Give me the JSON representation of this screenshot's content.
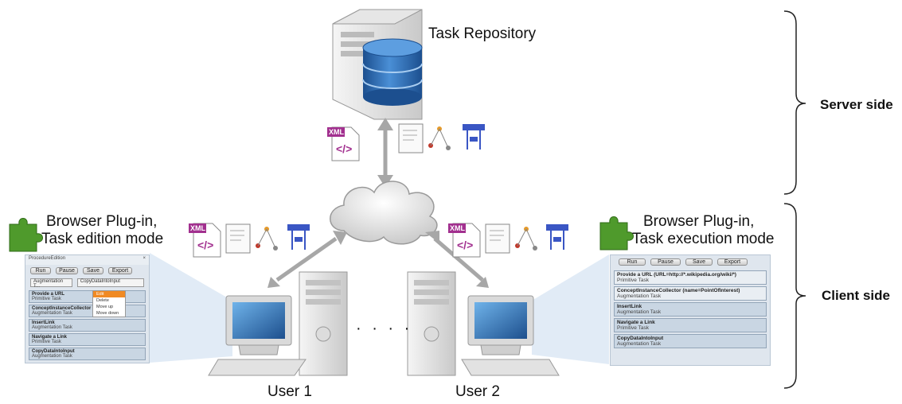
{
  "server": {
    "title": "Task Repository"
  },
  "sides": {
    "server": "Server side",
    "client": "Client side"
  },
  "left_plugin": {
    "line1": "Browser Plug-in,",
    "line2": "Task edition mode"
  },
  "right_plugin": {
    "line1": "Browser Plug-in,",
    "line2": "Task execution mode"
  },
  "users": {
    "user1": "User 1",
    "user2": "User 2",
    "ellipsis": "· · · ·"
  },
  "xml_icon": {
    "tag": "XML",
    "code": "</>"
  },
  "left_panel": {
    "title": "ProcedureEdition",
    "close": "×",
    "buttons": [
      "Run",
      "Pause",
      "Save",
      "Export"
    ],
    "selects": [
      "Augmentation T...",
      "CopyDataIntoInput"
    ],
    "tasks": [
      {
        "name": "Provide a URL",
        "type": "Primitive Task"
      },
      {
        "name": "ConceptInstanceCollector",
        "type": "Augmentation Task"
      },
      {
        "name": "InsertLink",
        "type": "Augmentation Task"
      },
      {
        "name": "Navigate a Link",
        "type": "Primitive Task"
      },
      {
        "name": "CopyDataIntoInput",
        "type": "Augmentation Task"
      }
    ],
    "context_menu": [
      "Edit",
      "Delete",
      "Move up",
      "Move down"
    ]
  },
  "right_panel": {
    "buttons": [
      "Run",
      "Pause",
      "Save",
      "Export"
    ],
    "tasks": [
      {
        "name": "Provide a URL (URL=http://*.wikipedia.org/wiki/*)",
        "type": "Primitive Task"
      },
      {
        "name": "ConceptInstanceCollector (name=PointOfInterest)",
        "type": "Augmentation Task"
      },
      {
        "name": "InsertLink",
        "type": "Augmentation Task"
      },
      {
        "name": "Navigate a Link",
        "type": "Primitive Task"
      },
      {
        "name": "CopyDataIntoInput",
        "type": "Augmentation Task"
      }
    ]
  },
  "colors": {
    "arrow": "#a7a7a7",
    "db_blue": "#2e6fb6",
    "puzzle_green": "#4f9a2c",
    "xml_purple": "#a2308f",
    "panel_bg": "#dfe6ee"
  }
}
